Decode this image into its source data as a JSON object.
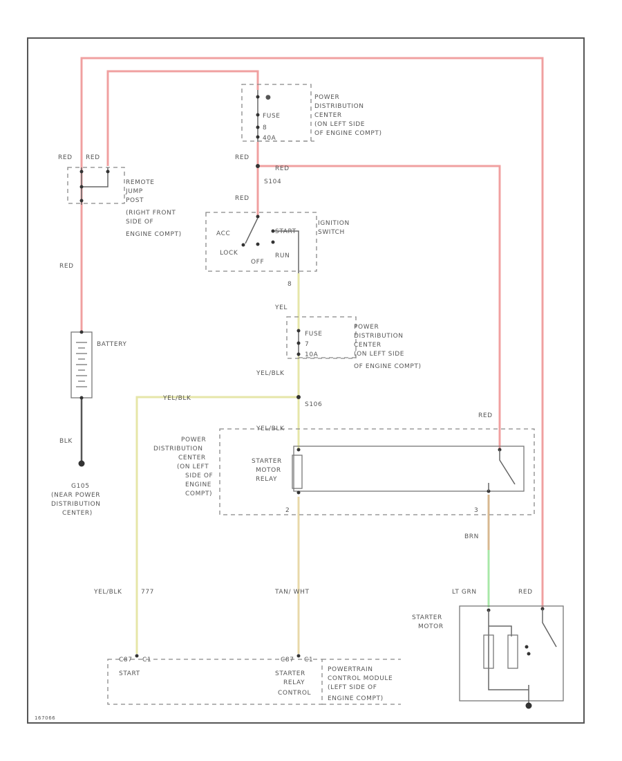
{
  "labels": {
    "red_left_a": "RED",
    "red_left_b": "RED",
    "red_top": "RED",
    "red_branch": "RED",
    "red_ign": "RED",
    "red_left_mid": "RED",
    "red_relay": "RED",
    "red_motor": "RED",
    "yel": "YEL",
    "yel_blk_1": "YEL/BLK",
    "yel_blk_2": "YEL/BLK",
    "yel_blk_3": "YEL/BLK",
    "yel_blk_4": "YEL/BLK",
    "blk": "BLK",
    "brn": "BRN",
    "lt_grn": "LT GRN",
    "tan_wht": "TAN/ WHT",
    "circuit_777": "777",
    "s104": "S104",
    "s106": "S106",
    "pin_8": "8",
    "pin_2": "2",
    "pin_3": "3",
    "c1_pin": "C87",
    "c1_pin2": "C1",
    "c2_pin": "C87",
    "c2_pin2": "C1"
  },
  "fuse_block_top": {
    "fuse": "FUSE",
    "number": "8",
    "rating": "40A",
    "desc": [
      "POWER",
      "DISTRIBUTION",
      "CENTER",
      "(ON LEFT SIDE",
      "OF ENGINE COMPT)"
    ]
  },
  "fuse_block_mid": {
    "fuse": "FUSE",
    "number": "7",
    "rating": "10A",
    "desc": [
      "POWER",
      "DISTRIBUTION",
      "CENTER",
      "(ON LEFT SIDE",
      "OF ENGINE COMPT)"
    ]
  },
  "jump_post": [
    "REMOTE",
    "JUMP",
    "POST",
    "(RIGHT FRONT",
    "SIDE OF",
    "ENGINE COMPT)"
  ],
  "ignition": {
    "title": [
      "IGNITION",
      "SWITCH"
    ],
    "acc": "ACC",
    "start": "START",
    "lock": "LOCK",
    "off": "OFF",
    "run": "RUN"
  },
  "battery": "BATTERY",
  "ground": [
    "G105",
    "(NEAR POWER",
    "DISTRIBUTION",
    "CENTER)"
  ],
  "relay_pdc": [
    "POWER",
    "DISTRIBUTION",
    "CENTER",
    "(ON LEFT",
    "SIDE OF",
    "ENGINE",
    "COMPT)"
  ],
  "relay": [
    "STARTER",
    "MOTOR",
    "RELAY"
  ],
  "starter_motor": [
    "STARTER",
    "MOTOR"
  ],
  "pcm": {
    "start": "START",
    "relay_control": [
      "STARTER",
      "RELAY",
      "CONTROL"
    ],
    "desc": [
      "POWERTRAIN",
      "CONTROL MODULE",
      "(LEFT SIDE OF",
      "ENGINE COMPT)"
    ]
  },
  "footer_id": "167066"
}
